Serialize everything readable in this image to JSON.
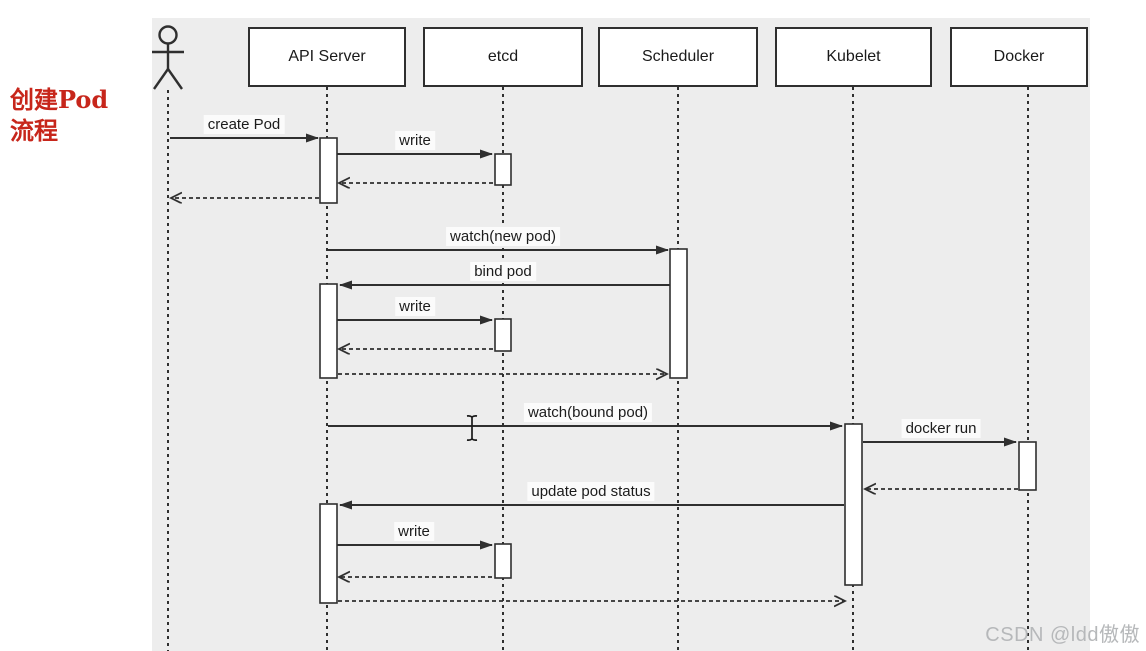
{
  "note": {
    "line1": "创建Pod",
    "line2": "流程",
    "color": "#c7261b"
  },
  "actor": {
    "kind": "stick-figure",
    "label": ""
  },
  "participants": [
    {
      "id": "api-server",
      "label": "API Server"
    },
    {
      "id": "etcd",
      "label": "etcd"
    },
    {
      "id": "scheduler",
      "label": "Scheduler"
    },
    {
      "id": "kubelet",
      "label": "Kubelet"
    },
    {
      "id": "docker",
      "label": "Docker"
    }
  ],
  "messages": [
    {
      "label": "create Pod",
      "from": "user",
      "to": "API Server",
      "line": "solid"
    },
    {
      "label": "write",
      "from": "API Server",
      "to": "etcd",
      "line": "solid"
    },
    {
      "label": "",
      "from": "etcd",
      "to": "API Server",
      "line": "dashed-return"
    },
    {
      "label": "",
      "from": "API Server",
      "to": "user",
      "line": "dashed-return"
    },
    {
      "label": "watch(new pod)",
      "from": "API Server",
      "to": "Scheduler",
      "line": "solid"
    },
    {
      "label": "bind pod",
      "from": "Scheduler",
      "to": "API Server",
      "line": "solid"
    },
    {
      "label": "write",
      "from": "API Server",
      "to": "etcd",
      "line": "solid"
    },
    {
      "label": "",
      "from": "etcd",
      "to": "API Server",
      "line": "dashed-return"
    },
    {
      "label": "",
      "from": "API Server",
      "to": "Scheduler",
      "line": "dashed-return"
    },
    {
      "label": "watch(bound pod)",
      "from": "API Server",
      "to": "Kubelet",
      "line": "solid"
    },
    {
      "label": "docker run",
      "from": "Kubelet",
      "to": "Docker",
      "line": "solid"
    },
    {
      "label": "",
      "from": "Docker",
      "to": "Kubelet",
      "line": "dashed-return"
    },
    {
      "label": "update pod status",
      "from": "Kubelet",
      "to": "API Server",
      "line": "solid"
    },
    {
      "label": "write",
      "from": "API Server",
      "to": "etcd",
      "line": "solid"
    },
    {
      "label": "",
      "from": "etcd",
      "to": "API Server",
      "line": "dashed-return"
    },
    {
      "label": "",
      "from": "API Server",
      "to": "Kubelet",
      "line": "dashed-return"
    }
  ],
  "watermark": {
    "text": "CSDN @ldd傲傲"
  },
  "icons": {
    "cursor": "text-ibeam-cursor"
  },
  "colors": {
    "diagram_bg": "#ededed",
    "stroke": "#2f2f2f",
    "note_red": "#c7261b",
    "box_fill": "#ffffff",
    "watermark_gray": "#b6b8ba"
  }
}
